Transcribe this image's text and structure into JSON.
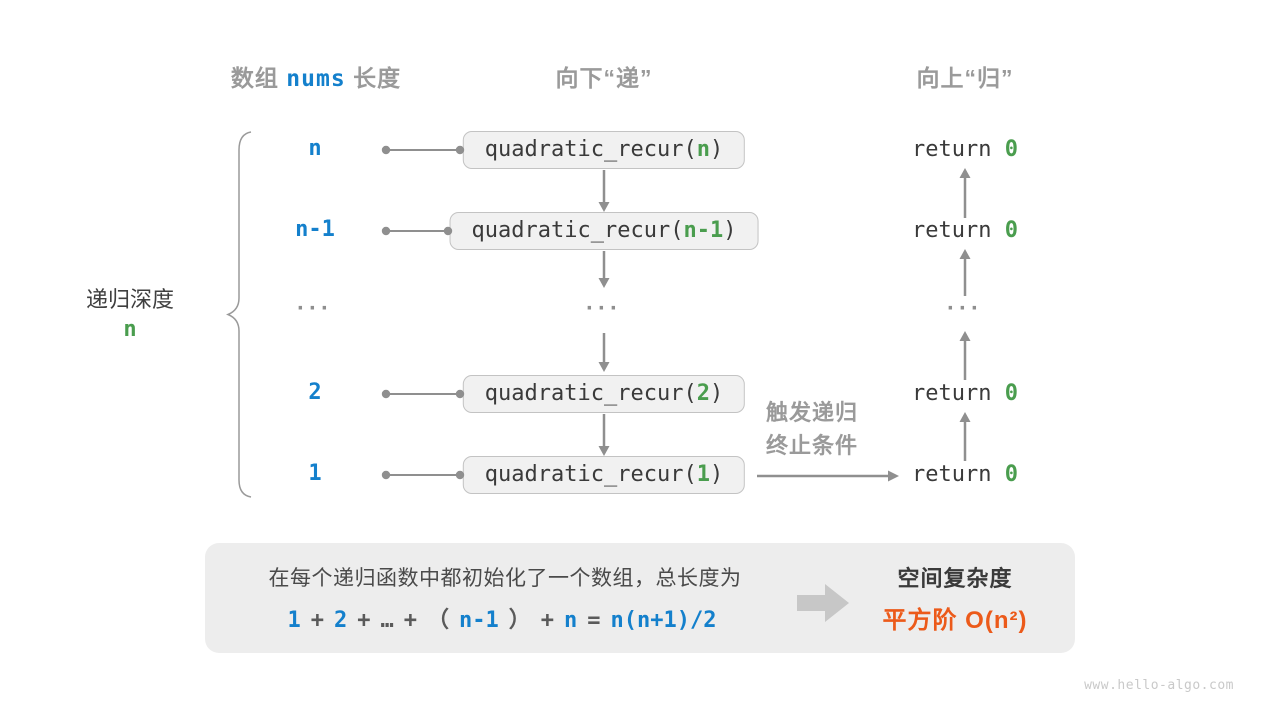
{
  "colors": {
    "blue": "#1480cc",
    "green": "#4a9d4e",
    "orange": "#ec5a1a",
    "gray": "#9a9a9a",
    "dark": "#3a3a3a",
    "box_bg": "#f1f1f1",
    "panel_bg": "#ededed"
  },
  "headers": {
    "left_pre": "数组",
    "left_code": "nums",
    "left_post": "长度",
    "down": "向下“递”",
    "up": "向上“归”"
  },
  "depth_label": {
    "title": "递归深度",
    "value": "n"
  },
  "rows": [
    {
      "label": "n",
      "call_pre": "quadratic_recur(",
      "call_arg": "n",
      "call_post": ")",
      "ret_pre": "return ",
      "ret_val": "0"
    },
    {
      "label": "n-1",
      "call_pre": "quadratic_recur(",
      "call_arg": "n-1",
      "call_post": ")",
      "ret_pre": "return ",
      "ret_val": "0"
    },
    {
      "ellipsis": "···"
    },
    {
      "label": "2",
      "call_pre": "quadratic_recur(",
      "call_arg": "2",
      "call_post": ")",
      "ret_pre": "return ",
      "ret_val": "0"
    },
    {
      "label": "1",
      "call_pre": "quadratic_recur(",
      "call_arg": "1",
      "call_post": ")",
      "ret_pre": "return ",
      "ret_val": "0"
    }
  ],
  "trigger": {
    "line1": "触发递归",
    "line2": "终止条件"
  },
  "panel": {
    "line1": "在每个递归函数中都初始化了一个数组，总长度为",
    "formula": [
      {
        "t": "1",
        "c": "blue"
      },
      {
        "t": "+",
        "c": "gray"
      },
      {
        "t": "2",
        "c": "blue"
      },
      {
        "t": "+",
        "c": "gray"
      },
      {
        "t": "…",
        "c": "gray"
      },
      {
        "t": "+",
        "c": "gray"
      },
      {
        "t": "（",
        "c": "gray"
      },
      {
        "t": "n-1",
        "c": "blue"
      },
      {
        "t": "）",
        "c": "gray"
      },
      {
        "t": "+",
        "c": "gray"
      },
      {
        "t": "n",
        "c": "blue"
      },
      {
        "t": "=",
        "c": "gray"
      },
      {
        "t": "n(n+1)/2",
        "c": "blue"
      }
    ],
    "result_title": "空间复杂度",
    "result_value": "平方阶 O(n²)"
  },
  "watermark": "www.hello-algo.com"
}
